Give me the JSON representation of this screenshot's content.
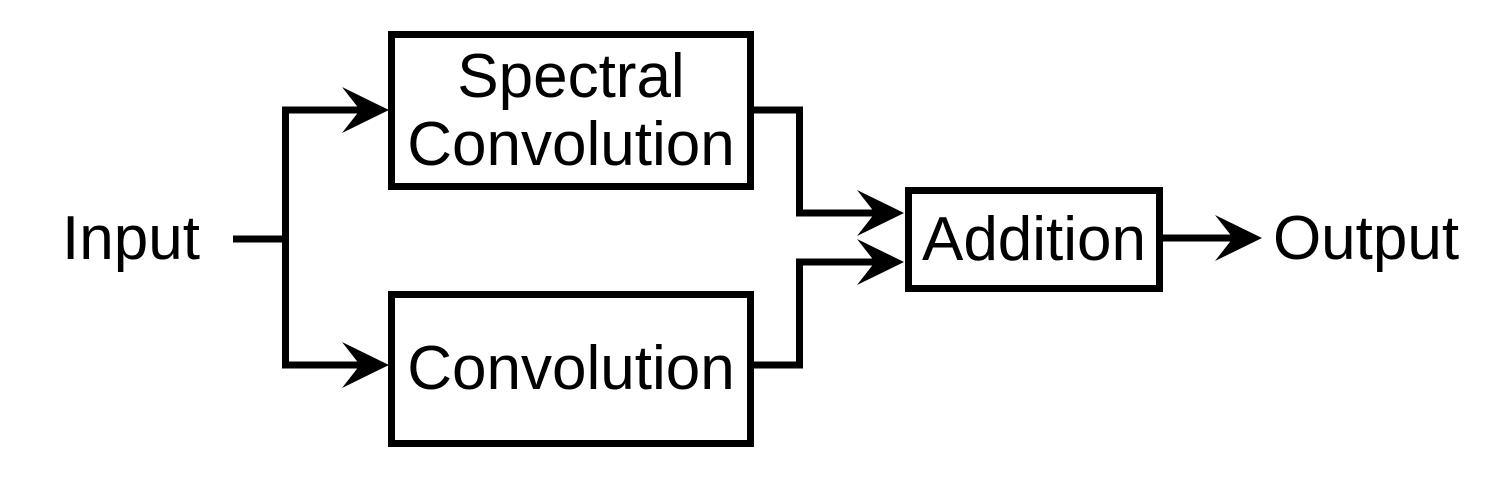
{
  "diagram": {
    "nodes": {
      "input": {
        "label": "Input"
      },
      "spectral": {
        "label_lines": [
          "Spectral",
          "Convolution"
        ]
      },
      "conv": {
        "label": "Convolution"
      },
      "addition": {
        "label": "Addition"
      },
      "output": {
        "label": "Output"
      }
    },
    "edges": [
      {
        "from": "Input",
        "to": "Spectral Convolution"
      },
      {
        "from": "Input",
        "to": "Convolution"
      },
      {
        "from": "Spectral Convolution",
        "to": "Addition"
      },
      {
        "from": "Convolution",
        "to": "Addition"
      },
      {
        "from": "Addition",
        "to": "Output"
      }
    ],
    "colors": {
      "stroke": "#000000",
      "background": "#ffffff",
      "box_fill": "#ffffff"
    }
  }
}
